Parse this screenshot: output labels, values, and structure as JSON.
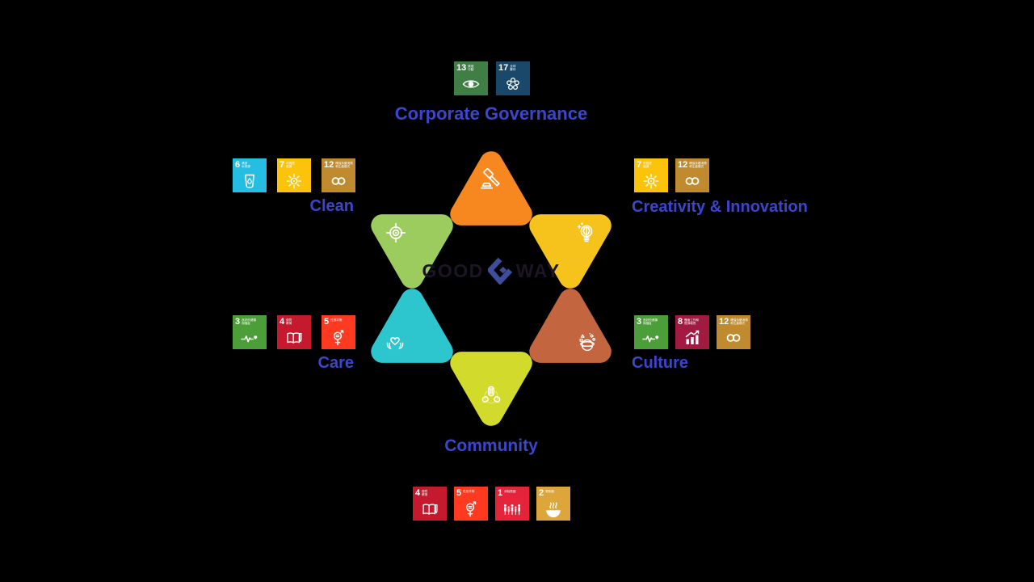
{
  "colors": {
    "background": "#000000",
    "label_blue": "#3B46CE"
  },
  "logo": {
    "good": "GOOD",
    "way": "WAY",
    "g_color": "#3E4E9C",
    "text_color": "#1b1526"
  },
  "groups": {
    "governance": {
      "label": "Corporate Governance",
      "sdgs": [
        "13",
        "17"
      ]
    },
    "clean": {
      "label": "Clean",
      "sdgs": [
        "6",
        "7",
        "12"
      ]
    },
    "creativity": {
      "label": "Creativity & Innovation",
      "sdgs": [
        "7",
        "12"
      ]
    },
    "care": {
      "label": "Care",
      "sdgs": [
        "3",
        "4",
        "5"
      ]
    },
    "culture": {
      "label": "Culture",
      "sdgs": [
        "3",
        "8",
        "12"
      ]
    },
    "community": {
      "label": "Community",
      "sdgs": [
        "4",
        "5",
        "1",
        "2"
      ]
    }
  },
  "sdg": {
    "1": {
      "number": "1",
      "caption": "消除貧困",
      "color": "#E5243B",
      "icon": "family"
    },
    "2": {
      "number": "2",
      "caption": "零飢餓",
      "color": "#DDA63A",
      "icon": "bowl"
    },
    "3": {
      "number": "3",
      "caption": "良好的健康\n與福祉",
      "color": "#4C9F38",
      "icon": "ekg-heart"
    },
    "4": {
      "number": "4",
      "caption": "優質\n教育",
      "color": "#C5192D",
      "icon": "book"
    },
    "5": {
      "number": "5",
      "caption": "性別平等",
      "color": "#FF3A21",
      "icon": "gender-equality"
    },
    "6": {
      "number": "6",
      "caption": "清潔\n水資源",
      "color": "#26BDE2",
      "icon": "water-glass"
    },
    "7": {
      "number": "7",
      "caption": "可負擔\n能源",
      "color": "#FCC30B",
      "icon": "sun"
    },
    "8": {
      "number": "8",
      "caption": "體面工作和\n經濟增長",
      "color": "#A21942",
      "icon": "growth-chart"
    },
    "12": {
      "number": "12",
      "caption": "確保永續消費\n和生產模式",
      "color": "#BF8B2E",
      "icon": "infinity"
    },
    "13": {
      "number": "13",
      "caption": "氣候\n行動",
      "color": "#3F7E44",
      "icon": "eye-globe"
    },
    "17": {
      "number": "17",
      "caption": "全球\n夥伴",
      "color": "#19486A",
      "icon": "circle-ring"
    }
  },
  "star": {
    "points": {
      "governance": {
        "color": "#F6881F",
        "icon": "gavel"
      },
      "creativity": {
        "color": "#F5C31B",
        "icon": "bulb-brain"
      },
      "clean": {
        "color": "#9CCB5E",
        "icon": "target"
      },
      "care": {
        "color": "#2EC6CE",
        "icon": "hands-heart"
      },
      "culture": {
        "color": "#C3663F",
        "icon": "culture-globe"
      },
      "community": {
        "color": "#D2DA2C",
        "icon": "hands-unity"
      }
    }
  }
}
